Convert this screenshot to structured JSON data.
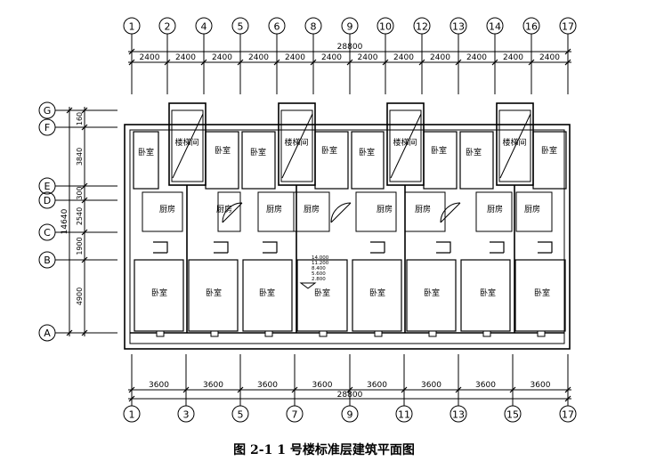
{
  "caption": "图 2-1 1 号楼标准层建筑平面图",
  "grid": {
    "top_axes": [
      "1",
      "2",
      "4",
      "5",
      "6",
      "8",
      "9",
      "10",
      "12",
      "13",
      "14",
      "16",
      "17"
    ],
    "bottom_axes": [
      "1",
      "3",
      "5",
      "7",
      "9",
      "11",
      "13",
      "15",
      "17"
    ],
    "row_axes": [
      "G",
      "F",
      "E",
      "D",
      "C",
      "B",
      "A"
    ]
  },
  "dimensions": {
    "overall_top": "28800",
    "top_spans": [
      "2400",
      "2400",
      "2400",
      "2400",
      "2400",
      "2400",
      "2400",
      "2400",
      "2400",
      "2400",
      "2400",
      "2400"
    ],
    "overall_bottom": "28800",
    "bottom_spans": [
      "3600",
      "3600",
      "3600",
      "3600",
      "3600",
      "3600",
      "3600",
      "3600"
    ],
    "left_overall": "14640",
    "left_spans": [
      "160",
      "3840",
      "300",
      "2540",
      "1900",
      "4900"
    ]
  },
  "rooms": {
    "stair": "楼梯间",
    "bedroom": "卧室",
    "kitchen": "厨房"
  },
  "elevations": [
    "14.000",
    "11.200",
    "8.400",
    "5.600",
    "2.800"
  ]
}
